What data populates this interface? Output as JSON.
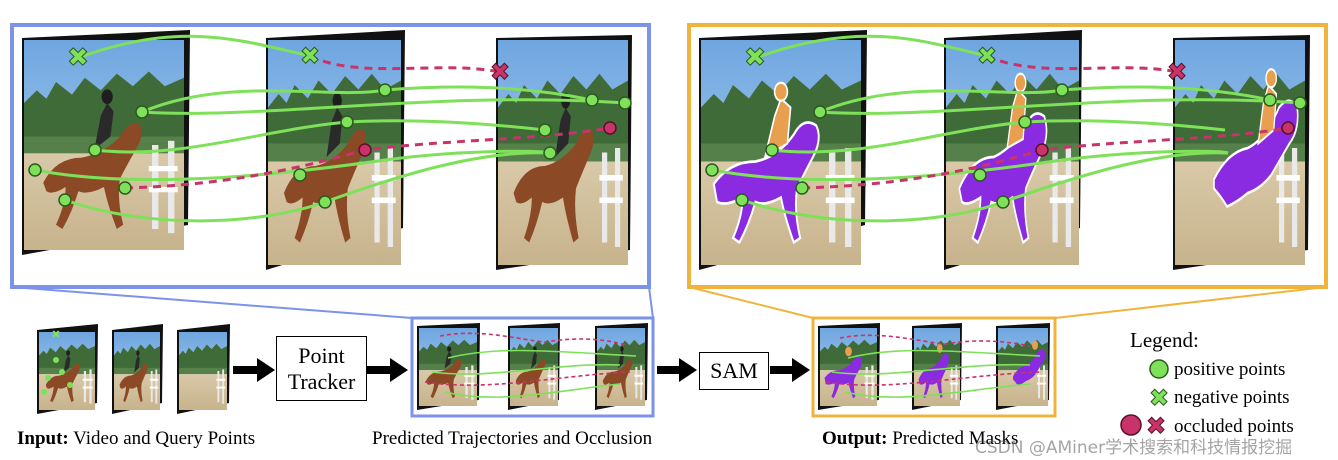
{
  "colors": {
    "blue_frame": "#7b93e8",
    "orange_frame": "#f0b43c",
    "track_green": "#7fe05a",
    "occluded_pink": "#c8336a",
    "mask_purple": "#8a2be2",
    "person_orange": "#e8a050"
  },
  "blocks": {
    "point_tracker_line1": "Point",
    "point_tracker_line2": "Tracker",
    "sam": "SAM"
  },
  "captions": {
    "input_bold": "Input:",
    "input_rest": " Video and Query Points",
    "middle": "Predicted Trajectories and Occlusion",
    "output_bold": "Output:",
    "output_rest": " Predicted Masks"
  },
  "legend": {
    "title": "Legend:",
    "positive": "positive points",
    "negative": "negative points",
    "occluded": "occluded points"
  },
  "watermark": "CSDN @AMiner学术搜索和科技情报挖掘"
}
